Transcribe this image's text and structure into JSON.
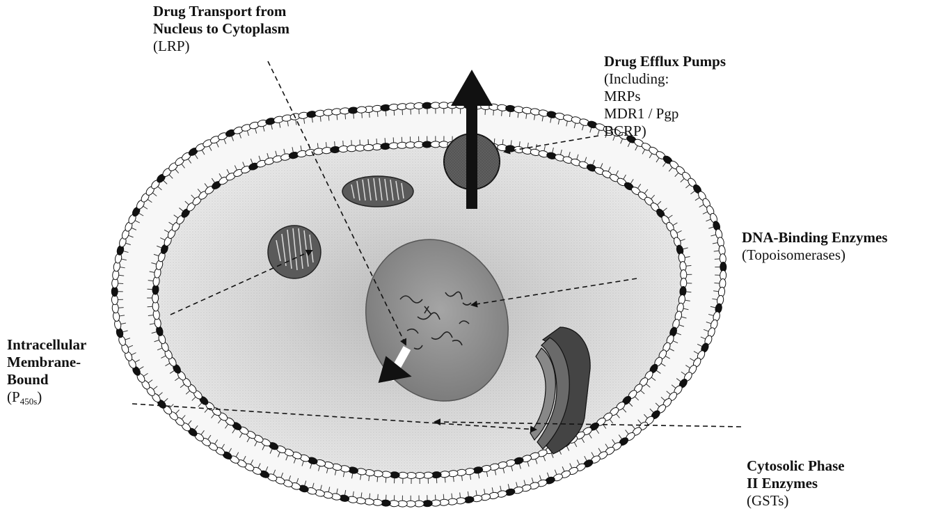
{
  "labels": {
    "drug_transport": {
      "title_line1": "Drug Transport from",
      "title_line2": "Nucleus to Cytoplasm",
      "detail": "(LRP)"
    },
    "efflux_pumps": {
      "title": "Drug Efflux Pumps",
      "details": [
        "(Including:",
        "MRPs",
        "MDR1 / Pgp",
        "BCRP)"
      ]
    },
    "dna_binding": {
      "title": "DNA-Binding Enzymes",
      "detail": "(Topoisomerases)"
    },
    "intracellular": {
      "title_lines": [
        "Intracellular",
        "Membrane-",
        "Bound"
      ],
      "detail_open": "(P",
      "detail_sub": "450s",
      "detail_close": ")"
    },
    "cytosolic": {
      "title_line1": "Cytosolic Phase",
      "title_line2": "II Enzymes",
      "detail": "(GSTs)"
    }
  },
  "colors": {
    "membrane_head": "#ffffff",
    "membrane_head_dark": "#111111",
    "cytoplasm": "#e4e4e4",
    "nucleus": "#8d8d8d",
    "organelle": "#6e6e6e",
    "pump": "#555555",
    "arrow": "#111111"
  }
}
